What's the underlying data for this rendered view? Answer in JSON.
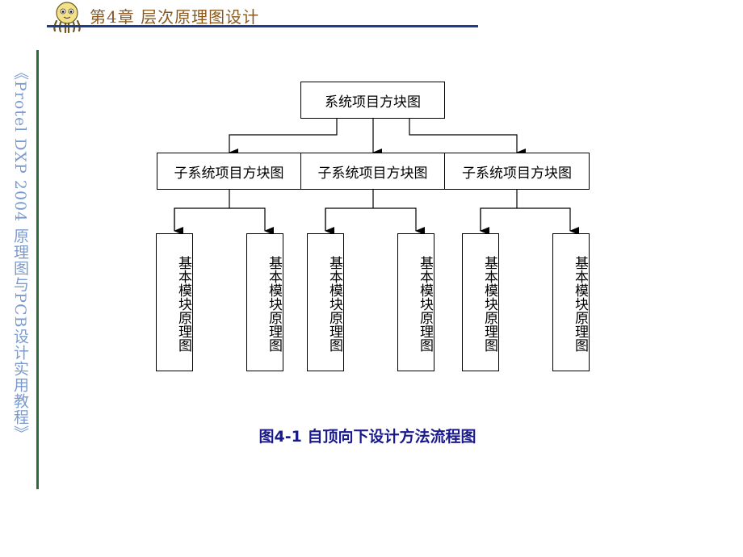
{
  "header": {
    "chapter_title": "第4章 层次原理图设计",
    "mascot_icon": "octopus-mascot-icon",
    "rule_color": "#1f3c8c"
  },
  "sidebar": {
    "book_title": "《Protel DXP 2004 原理图与PCB设计实用教程》",
    "rule_color": "#2e6b3c"
  },
  "diagram": {
    "root": "系统项目方块图",
    "subsystems": [
      "子系统项目方块图",
      "子系统项目方块图",
      "子系统项目方块图"
    ],
    "leaves": [
      "基本模块原理图",
      "基本模块原理图",
      "基本模块原理图",
      "基本模块原理图",
      "基本模块原理图",
      "基本模块原理图"
    ]
  },
  "caption": "图4-1 自顶向下设计方法流程图"
}
